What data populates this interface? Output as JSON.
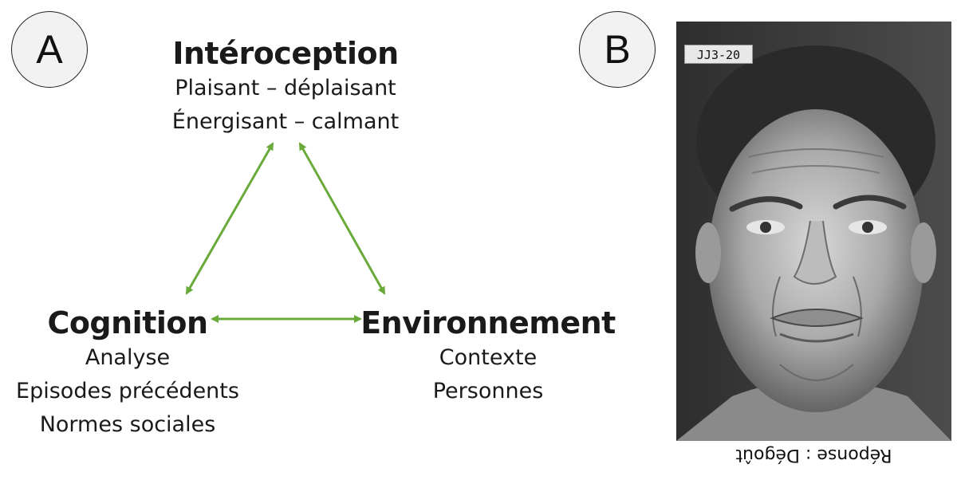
{
  "panels": {
    "a_label": "A",
    "b_label": "B"
  },
  "diagram": {
    "interoception": {
      "title": "Intéroception",
      "lines": [
        "Plaisant – déplaisant",
        "Énergisant – calmant"
      ]
    },
    "cognition": {
      "title": "Cognition",
      "lines": [
        "Analyse",
        "Episodes précédents",
        "Normes sociales"
      ]
    },
    "environnement": {
      "title": "Environnement",
      "lines": [
        "Contexte",
        "Personnes"
      ]
    },
    "arrow_color": "#6aaa3a"
  },
  "photo": {
    "tag": "JJ3-20",
    "caption": "Réponse : Dégoût"
  }
}
